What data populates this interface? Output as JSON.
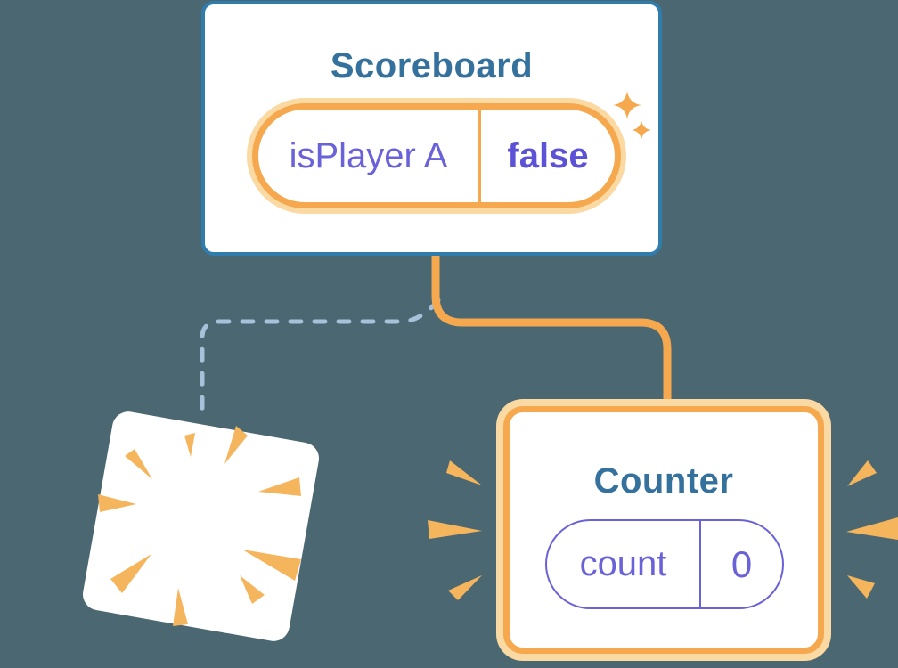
{
  "colors": {
    "background": "#4B6772",
    "card_white": "#FFFFFF",
    "card_border_blue": "#2F7CAD",
    "title_blue": "#35719D",
    "orange": "#F5A84E",
    "orange_halo": "#FBD9A2",
    "orange_burst": "#F5B55C",
    "purple": "#6A62D8",
    "purple_bold": "#5C52D6",
    "dashed_line": "#A6C1D9"
  },
  "scoreboard": {
    "title": "Scoreboard",
    "state": {
      "key": "isPlayer A",
      "value": "false"
    }
  },
  "counter": {
    "title": "Counter",
    "state": {
      "key": "count",
      "value": "0"
    }
  },
  "icons": {
    "sparkle_icon": "four-point-stars",
    "explosion_burst_icon": "radial-wedges",
    "emphasis_burst_icon": "side-wedges"
  }
}
